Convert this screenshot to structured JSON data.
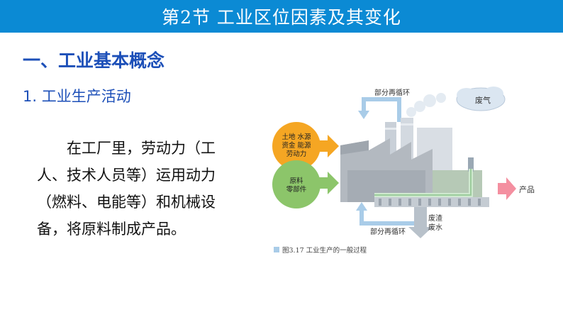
{
  "header": {
    "title": "第2节  工业区位因素及其变化"
  },
  "section": {
    "heading": "一、工业基本概念",
    "subheading": "1. 工业生产活动",
    "paragraph": "在工厂里，劳动力（工人、技术人员等）运用动力（燃料、电能等）和机械设备，将原料制成产品。"
  },
  "figure": {
    "input_top_line1": "土地  水源",
    "input_top_line2": "资金  能源",
    "input_top_line3": "劳动力",
    "input_bottom_line1": "原料",
    "input_bottom_line2": "零部件",
    "recycle_top": "部分再循环",
    "recycle_bottom": "部分再循环",
    "exhaust_gas": "废气",
    "waste_line1": "废渣",
    "waste_line2": "废水",
    "product": "产品",
    "caption": "图3.17   工业生产的一般过程"
  },
  "colors": {
    "title_bar": "#0b8ad4",
    "heading": "#1c4fb8",
    "orange_circle": "#f5a623",
    "green_circle": "#8cc56a",
    "product_arrow": "#f48fa0",
    "recycle_arrow": "#a9cce8"
  }
}
